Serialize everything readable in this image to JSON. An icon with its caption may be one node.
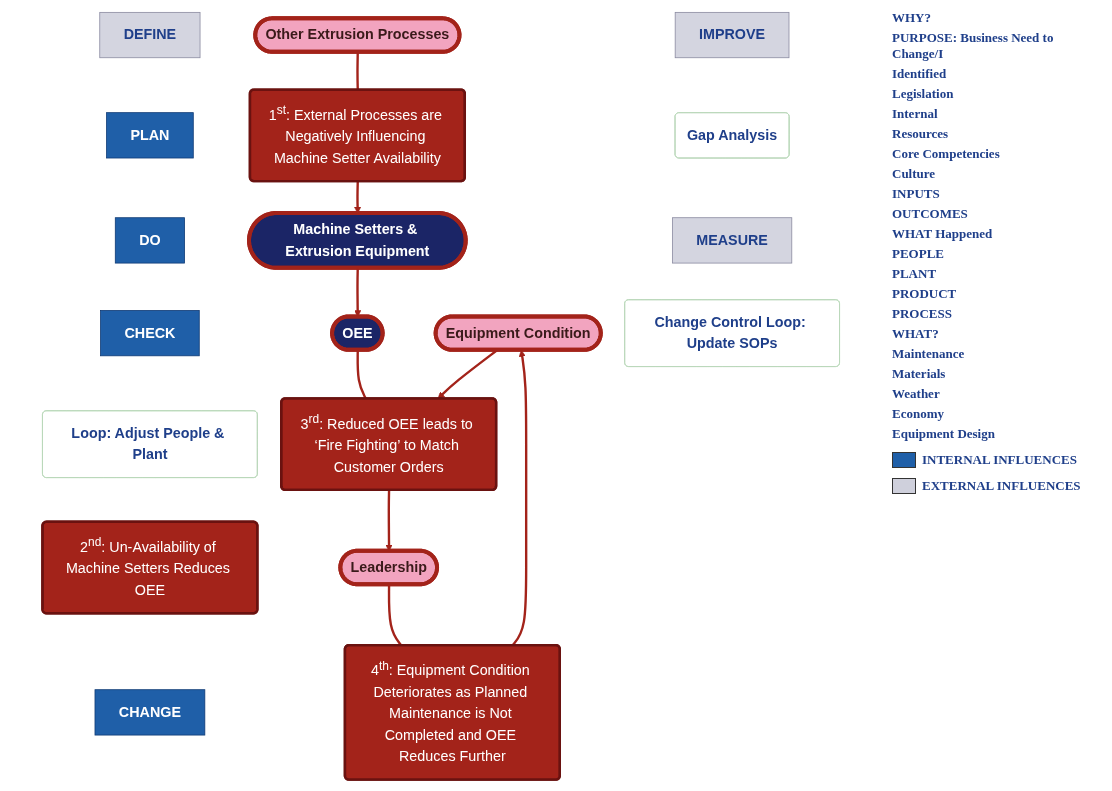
{
  "diagram": {
    "nodes": [
      {
        "text": [
          "DEFINE"
        ]
      },
      {
        "text": [
          "Equipment Condition"
        ]
      },
      {
        "text": [
          "4$^{th}$: Equipment Condition Deteriorates as Planned Maintenance is Not Completed and OEE Reduces Further"
        ]
      },
      {
        "text": [
          "PLAN"
        ]
      },
      {
        "text": [
          "DO"
        ]
      },
      {
        "text": [
          "CHECK"
        ]
      },
      {
        "text": [
          "Leadership"
        ]
      },
      {
        "text": [
          "Loop: Adjust People & Plant"
        ]
      },
      {
        "text": [
          "Machine Setters & Extrusion Equipment"
        ]
      },
      {
        "text": [
          "2$^{nd}$: Un-Availability of Machine Setters Reduces OEE"
        ]
      },
      {
        "text": [
          "3$^{rd}$: Reduced OEE leads to ‘Fire Fighting’ to Match Customer Orders"
        ]
      },
      {
        "text": [
          "CHANGE"
        ]
      },
      {
        "text": [
          "IMPROVE"
        ]
      },
      {
        "text": [
          "1$^{st}$: External Processes are Negatively Influencing Machine Setter Availability"
        ]
      },
      {
        "text": [
          "OEE"
        ]
      },
      {
        "text": [
          "Gap Analysis"
        ]
      },
      {
        "text": [
          "MEASURE"
        ]
      },
      {
        "text": [
          "Change Control Loop: Update SOPs"
        ]
      },
      {
        "text": [
          "Other Extrusion Processes"
        ]
      }
    ],
    "edges": [
      {
        "from": 13,
        "to": 8,
        "arrow": "to"
      },
      {
        "from": 18,
        "to": 13,
        "arrow": "none"
      },
      {
        "from": 8,
        "to": 14,
        "arrow": "to"
      },
      {
        "from": 14,
        "to": 10,
        "arrow": "none"
      },
      {
        "from": 10,
        "to": 6,
        "arrow": "to"
      },
      {
        "from": 6,
        "to": 2,
        "arrow": "none"
      },
      {
        "from": 2,
        "to": 1,
        "arrow": "to"
      },
      {
        "from": 1,
        "to": 10,
        "arrow": "to"
      }
    ],
    "labels": [
      "WHY?",
      "PURPOSE: Business Need to Change/I",
      "Identified",
      "Legislation",
      "Internal",
      "Resources",
      "Core Competencies",
      "Culture",
      "INPUTS",
      "OUTCOMES",
      "WHAT Happened",
      "PEOPLE",
      "PLANT",
      "PRODUCT",
      "PROCESS",
      "WHAT?",
      "Maintenance",
      "Materials",
      "Weather",
      "Economy",
      "Equipment Design"
    ],
    "legend": [
      {
        "text": "INTERNAL INFLUENCES",
        "color": "#1f5fa8"
      },
      {
        "text": "EXTERNAL INFLUENCES",
        "color": "#cfd0dc"
      }
    ]
  }
}
